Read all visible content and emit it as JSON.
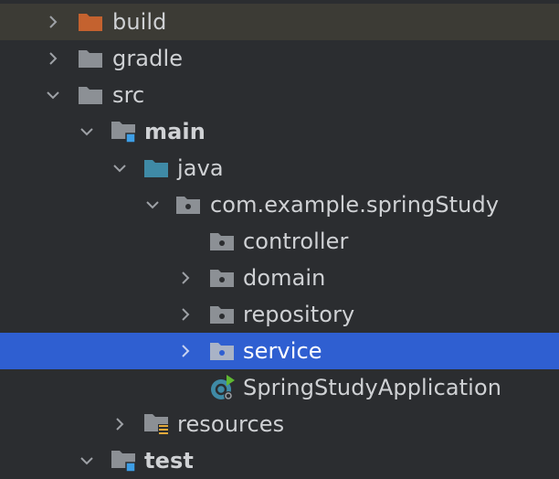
{
  "tree": {
    "nodes": [
      {
        "label": "build",
        "icon": "folder-excluded-icon",
        "state": "collapsed"
      },
      {
        "label": "gradle",
        "icon": "folder-icon",
        "state": "collapsed"
      },
      {
        "label": "src",
        "icon": "folder-icon",
        "state": "expanded"
      },
      {
        "label": "main",
        "icon": "module-folder-icon",
        "state": "expanded"
      },
      {
        "label": "java",
        "icon": "source-root-icon",
        "state": "expanded"
      },
      {
        "label": "com.example.springStudy",
        "icon": "package-icon",
        "state": "expanded"
      },
      {
        "label": "controller",
        "icon": "package-icon",
        "state": "leaf"
      },
      {
        "label": "domain",
        "icon": "package-icon",
        "state": "collapsed"
      },
      {
        "label": "repository",
        "icon": "package-icon",
        "state": "collapsed"
      },
      {
        "label": "service",
        "icon": "package-icon",
        "state": "collapsed",
        "selected": true
      },
      {
        "label": "SpringStudyApplication",
        "icon": "spring-boot-class-icon",
        "state": "leaf"
      },
      {
        "label": "resources",
        "icon": "resources-folder-icon",
        "state": "collapsed"
      },
      {
        "label": "test",
        "icon": "module-folder-icon",
        "state": "expanded"
      }
    ]
  },
  "colors": {
    "background": "#2b2d30",
    "hover_row": "#3c3b35",
    "selection": "#2f5fd1",
    "folder": "#8c9095",
    "excluded_folder": "#c4622f",
    "source_root": "#3f8aa6",
    "module_badge": "#3d9ee6"
  }
}
